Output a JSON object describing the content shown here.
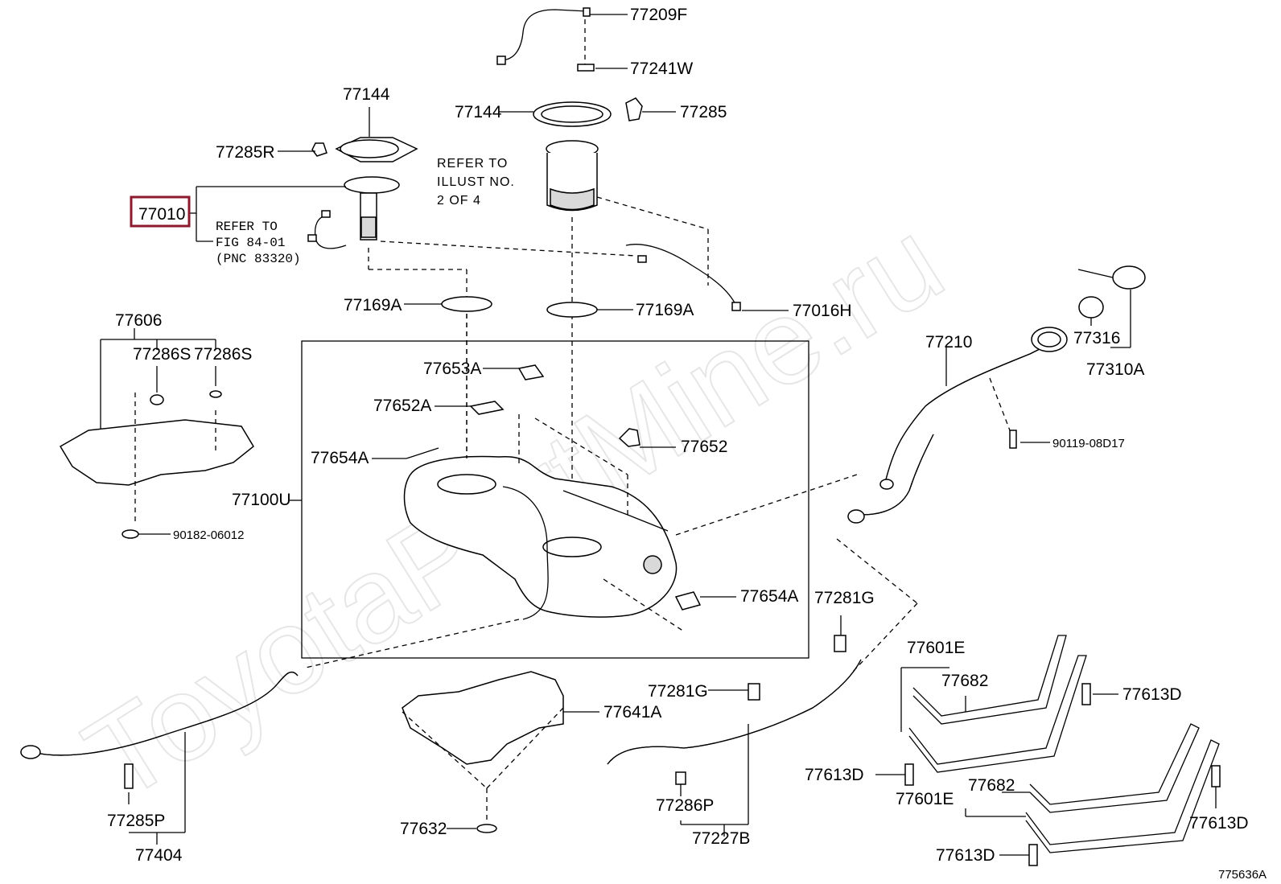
{
  "watermark": "ToyotaPartMine.ru",
  "diagram_id": "775636A",
  "highlighted_part": "77010",
  "labels": {
    "p77209F": "77209F",
    "p77241W": "77241W",
    "p77144_top": "77144",
    "p77144_left": "77144",
    "p77285": "77285",
    "p77285R": "77285R",
    "p77010": "77010",
    "p77169A_left": "77169A",
    "p77169A_right": "77169A",
    "p77016H": "77016H",
    "p77606": "77606",
    "p77286S_a": "77286S",
    "p77286S_b": "77286S",
    "p90182": "90182-06012",
    "p77653A": "77653A",
    "p77652A": "77652A",
    "p77652": "77652",
    "p77654A_top": "77654A",
    "p77654A_right": "77654A",
    "p77100U": "77100U",
    "p77210": "77210",
    "p77316": "77316",
    "p77310A": "77310A",
    "p90119": "90119-08D17",
    "p77281G_top": "77281G",
    "p77281G_mid": "77281G",
    "p77641A": "77641A",
    "p77632": "77632",
    "p77286P": "77286P",
    "p77227B": "77227B",
    "p77285P": "77285P",
    "p77404": "77404",
    "p77601E_top": "77601E",
    "p77682_top": "77682",
    "p77613D_r1": "77613D",
    "p77613D_l1": "77613D",
    "p77601E_bot": "77601E",
    "p77682_bot": "77682",
    "p77613D_r2": "77613D",
    "p77613D_bot": "77613D"
  },
  "refer_fig": {
    "line1": "REFER TO",
    "line2": "FIG 84-01",
    "line3": "(PNC 83320)"
  },
  "refer_illust": {
    "line1": "REFER TO",
    "line2": "ILLUST NO.",
    "line3": "2 OF 4"
  }
}
